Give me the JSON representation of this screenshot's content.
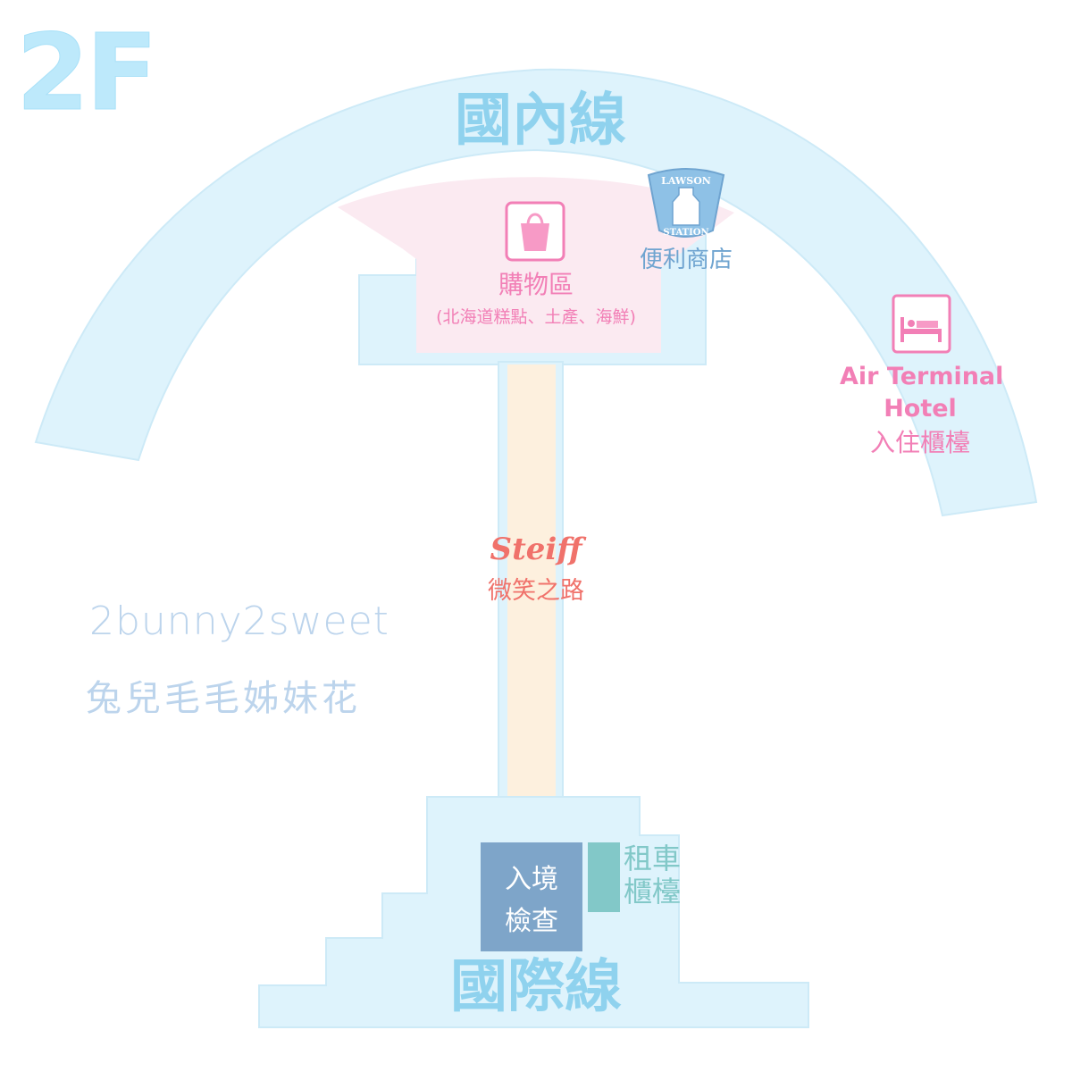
{
  "floor": {
    "label": "2F"
  },
  "zones": {
    "domestic": "國內線",
    "international": "國際線"
  },
  "shopping": {
    "title": "購物區",
    "subtitle": "(北海道糕點、土產、海鮮)",
    "icon": "shopping-bag-icon"
  },
  "convenience": {
    "label": "便利商店",
    "logo_top": "LAWSON",
    "logo_bottom": "STATION",
    "icon": "milk-can-icon"
  },
  "hotel": {
    "line1": "Air Terminal",
    "line2": "Hotel",
    "line3": "入住櫃檯",
    "icon": "bed-icon"
  },
  "steiff": {
    "logo": "Steiff",
    "label": "微笑之路"
  },
  "immigration": {
    "line1": "入境",
    "line2": "檢查"
  },
  "rental": {
    "line1": "租車",
    "line2": "櫃檯"
  },
  "watermark": {
    "en": "2bunny2sweet",
    "zh": "兔兒毛毛姊妹花"
  },
  "colors": {
    "terminal": "#def3fc",
    "terminal_edge": "#cdeaf7",
    "shopping_area": "#fbeaf1",
    "corridor": "#fdf0de",
    "pink_accent": "#f27fb6",
    "blue_accent": "#6fa4d0",
    "immigration_box": "#7ea5c9",
    "rental_bar": "#82c8c8",
    "steiff_red": "#f0726b"
  }
}
